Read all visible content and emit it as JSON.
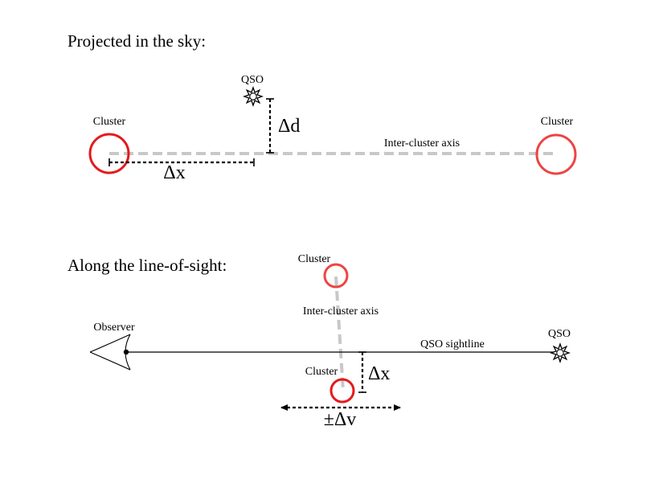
{
  "top_panel": {
    "title": "Projected in the sky:",
    "qso_label": "QSO",
    "cluster_left_label": "Cluster",
    "cluster_right_label": "Cluster",
    "axis_label": "Inter-cluster axis",
    "delta_d": "Δd",
    "delta_x": "Δx"
  },
  "bottom_panel": {
    "title": "Along the line-of-sight:",
    "cluster_top_label": "Cluster",
    "axis_label": "Inter-cluster axis",
    "observer_label": "Observer",
    "qso_label": "QSO",
    "sightline_label": "QSO sightline",
    "cluster_bottom_label": "Cluster",
    "delta_x": "Δx",
    "delta_v": "±Δv"
  },
  "colors": {
    "cluster_strong": "#e41a1c",
    "cluster_soft": "#ee4444",
    "axis": "#c8c8c8"
  }
}
